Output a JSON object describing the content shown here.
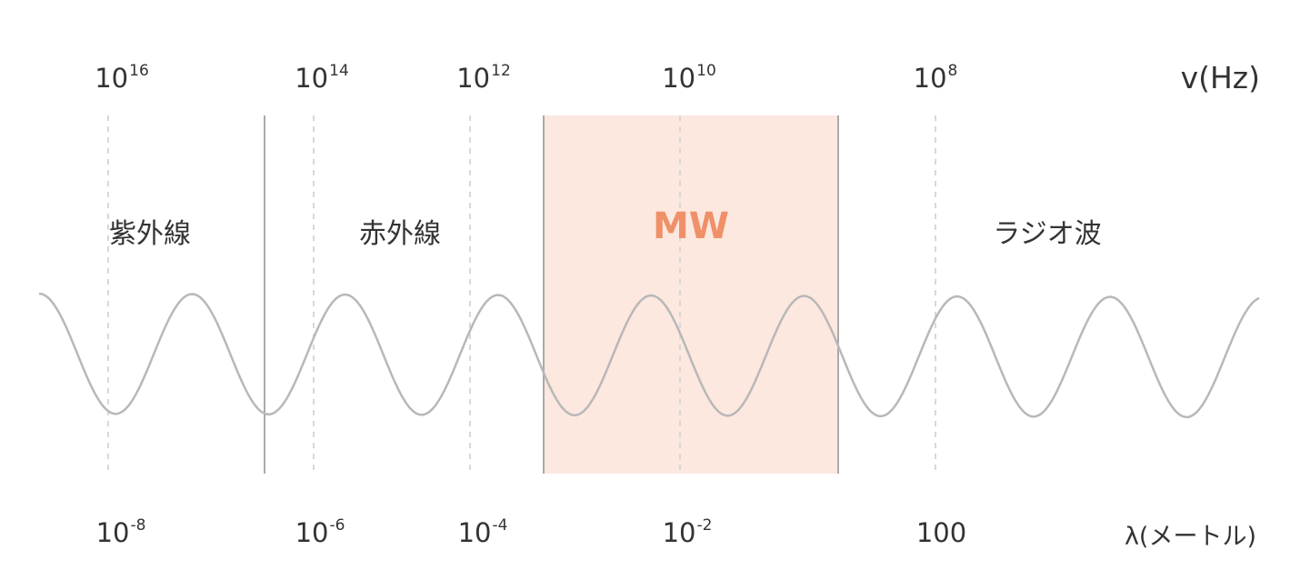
{
  "colors": {
    "band_fill": "#fce8df",
    "mw_text": "#ef9068",
    "wave": "#b8b8b8",
    "solid_line": "#aaaaaa",
    "dashed_line": "#d8d8d8",
    "text": "#333333"
  },
  "frequency_axis": {
    "label": "v(Hz)",
    "ticks": [
      {
        "base": "10",
        "exp": "16"
      },
      {
        "base": "10",
        "exp": "14"
      },
      {
        "base": "10",
        "exp": "12"
      },
      {
        "base": "10",
        "exp": "10"
      },
      {
        "base": "10",
        "exp": "8"
      }
    ]
  },
  "wavelength_axis": {
    "label": "λ(メートル)",
    "ticks": [
      {
        "base": "10",
        "exp": "-8"
      },
      {
        "base": "10",
        "exp": "-6"
      },
      {
        "base": "10",
        "exp": "-4"
      },
      {
        "base": "10",
        "exp": "-2"
      },
      {
        "base": "100",
        "exp": ""
      }
    ]
  },
  "regions": [
    {
      "name": "紫外線"
    },
    {
      "name": "赤外線"
    },
    {
      "name": "MW",
      "highlighted": true
    },
    {
      "name": "ラジオ波"
    }
  ]
}
